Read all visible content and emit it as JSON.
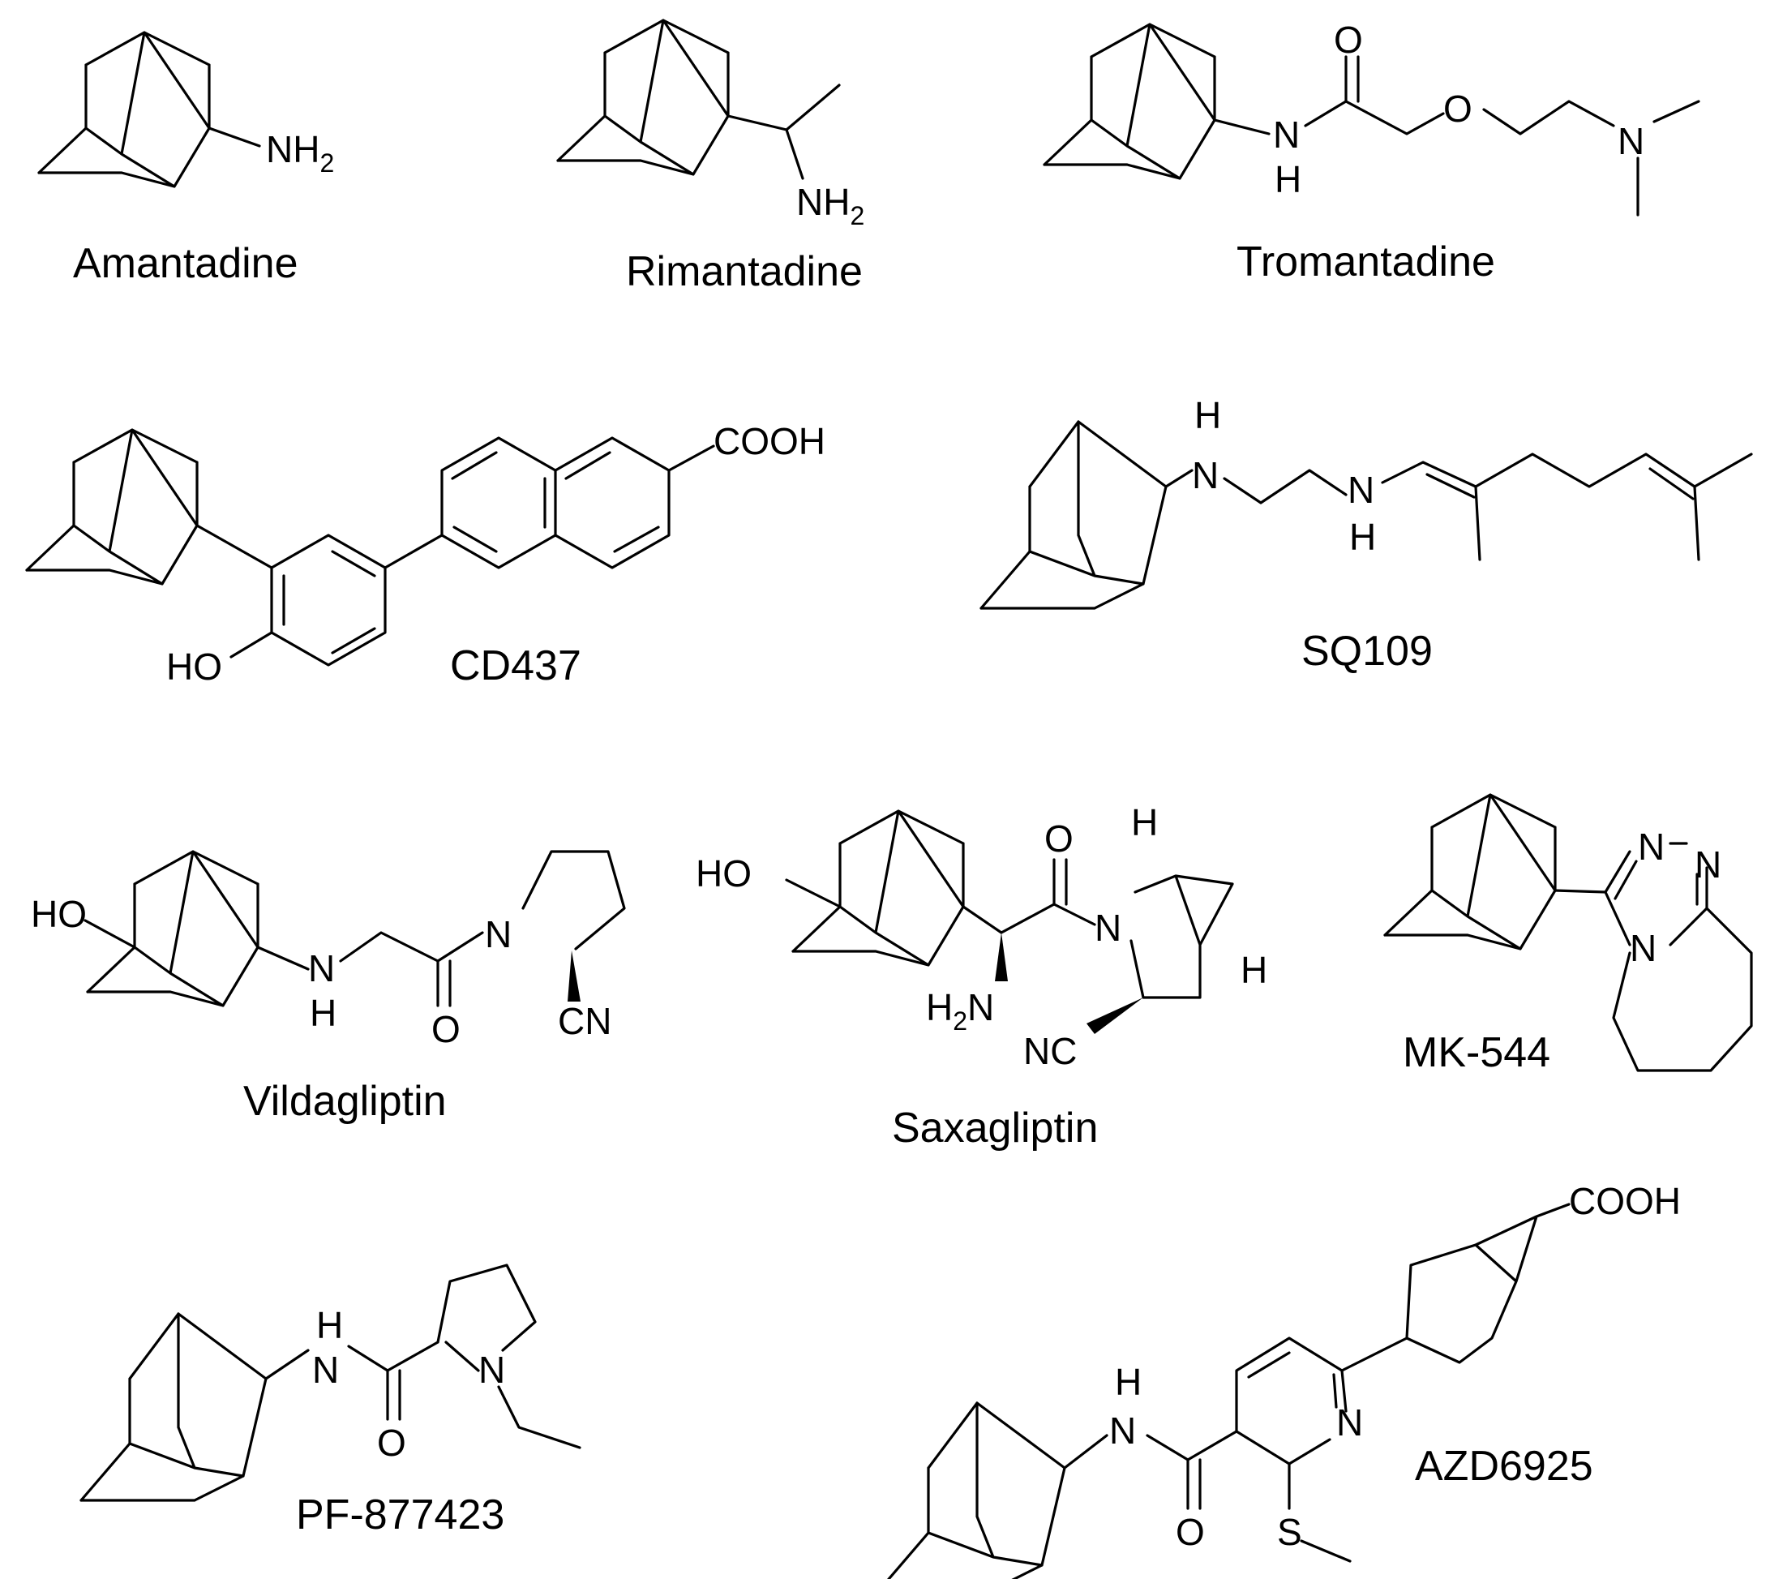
{
  "compounds": [
    {
      "name": "Amantadine",
      "substituent": "NH2"
    },
    {
      "name": "Rimantadine",
      "substituent": "NH2"
    },
    {
      "name": "Tromantadine",
      "atoms": [
        "O",
        "N",
        "H",
        "O",
        "N"
      ]
    },
    {
      "name": "CD437",
      "atoms": [
        "COOH",
        "HO"
      ]
    },
    {
      "name": "SQ109",
      "atoms": [
        "H",
        "N",
        "N",
        "H"
      ]
    },
    {
      "name": "Vildagliptin",
      "atoms": [
        "HO",
        "N",
        "H",
        "O",
        "N",
        "CN"
      ]
    },
    {
      "name": "Saxagliptin",
      "atoms": [
        "HO",
        "O",
        "N",
        "H",
        "H",
        "H2N",
        "NC"
      ]
    },
    {
      "name": "MK-544",
      "atoms": [
        "N",
        "N",
        "N"
      ]
    },
    {
      "name": "PF-877423",
      "atoms": [
        "H",
        "N",
        "O",
        "N"
      ]
    },
    {
      "name": "AZD6925",
      "atoms": [
        "COOH",
        "H",
        "N",
        "N",
        "O",
        "S"
      ]
    }
  ]
}
